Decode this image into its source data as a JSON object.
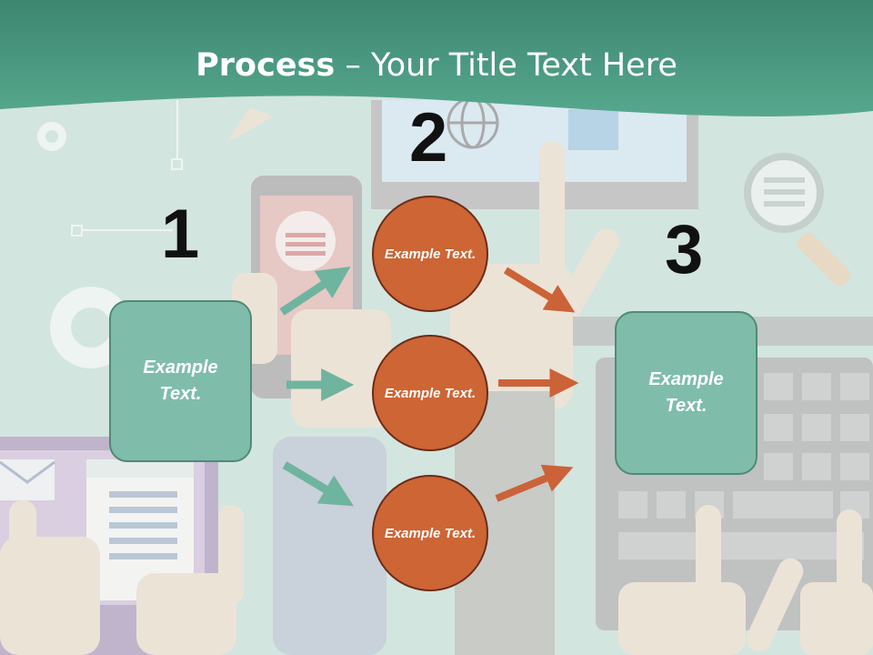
{
  "title": {
    "bold": "Process",
    "rest": " – Your Title Text Here"
  },
  "steps": {
    "one": "1",
    "two": "2",
    "three": "3"
  },
  "boxes": {
    "left": "Example Text.",
    "right": "Example Text."
  },
  "circles": [
    "Example Text.",
    "Example Text.",
    "Example Text."
  ],
  "colors": {
    "header": "#4a9a80",
    "box": "#7fbdaa",
    "circle": "#cd6535",
    "arrow_green": "#6fb49f",
    "arrow_orange": "#cc6238"
  }
}
